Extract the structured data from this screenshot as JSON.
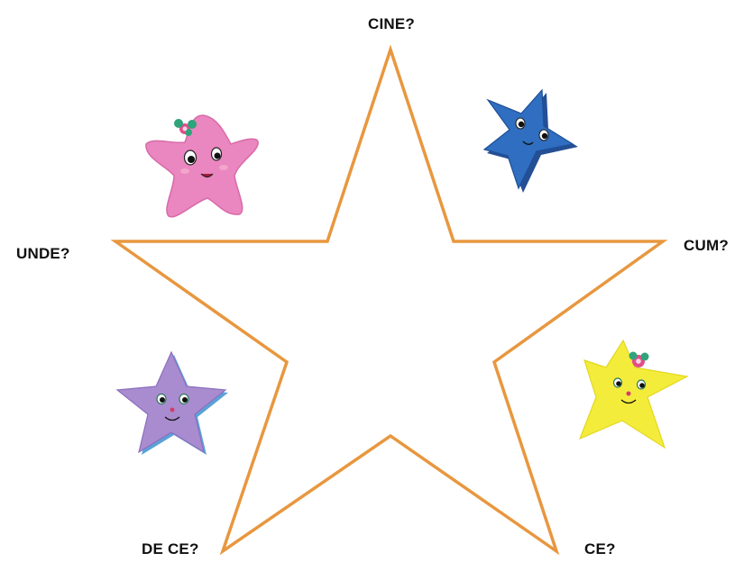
{
  "questions": {
    "top": "CINE?",
    "left": "UNDE?",
    "right": "CUM?",
    "bottom_left": "DE CE?",
    "bottom_right": "CE?"
  },
  "colors": {
    "outline": "#e8973f",
    "pink_star": "#ea86c0",
    "blue_star": "#2f6ec0",
    "purple_star": "#a98ccf",
    "yellow_star": "#f4ec3a"
  },
  "icons": [
    "pink-star-icon",
    "blue-star-icon",
    "purple-star-icon",
    "yellow-star-icon",
    "flower-icon"
  ]
}
